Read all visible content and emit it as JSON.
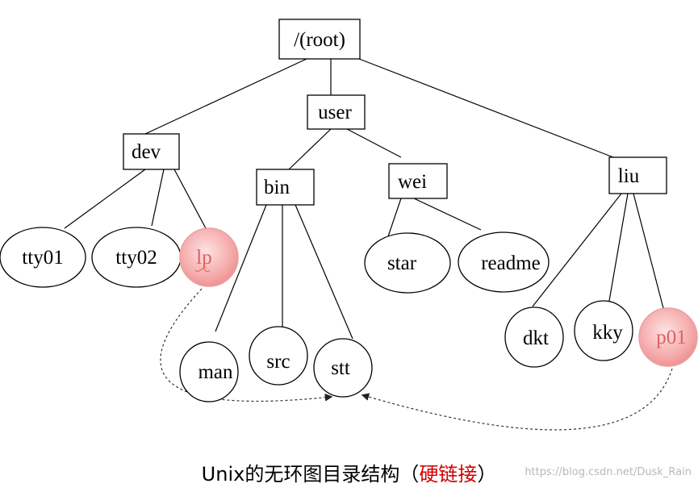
{
  "nodes": {
    "root": "/(root)",
    "user": "user",
    "dev": "dev",
    "bin": "bin",
    "wei": "wei",
    "liu": "liu",
    "tty01": "tty01",
    "tty02": "tty02",
    "lp": "lp",
    "star": "star",
    "readme": "readme",
    "man": "man",
    "src": "src",
    "stt": "stt",
    "dkt": "dkt",
    "kky": "kky",
    "p01": "p01"
  },
  "caption": {
    "main": "Unix的无环图目录结构（",
    "accent": "硬链接",
    "end": "）"
  },
  "watermark": "https://blog.csdn.net/Dusk_Rain",
  "colors": {
    "link_highlight_fill": "#f08e8e",
    "link_highlight_text": "#e06060",
    "caption_accent": "#d40000"
  }
}
